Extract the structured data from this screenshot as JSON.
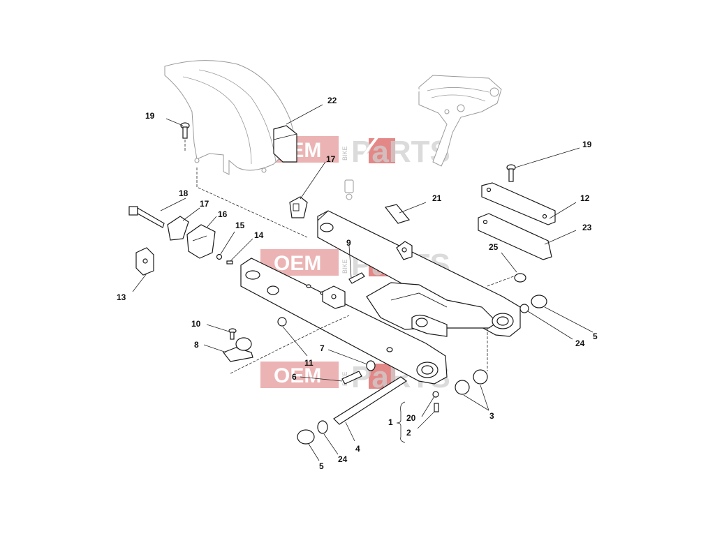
{
  "diagram": {
    "callouts": {
      "c1": "1",
      "c2": "2",
      "c3": "3",
      "c4": "4",
      "c5a": "5",
      "c5b": "5",
      "c6": "6",
      "c7": "7",
      "c8": "8",
      "c9": "9",
      "c10": "10",
      "c11": "11",
      "c12": "12",
      "c13": "13",
      "c14": "14",
      "c15": "15",
      "c16": "16",
      "c17a": "17",
      "c17b": "17",
      "c18": "18",
      "c19a": "19",
      "c19b": "19",
      "c20": "20",
      "c21": "21",
      "c22": "22",
      "c23": "23",
      "c24a": "24",
      "c24b": "24",
      "c25": "25"
    }
  },
  "watermark": {
    "oem": "OEM",
    "bike": "BIKE",
    "parts": "PaRTS"
  }
}
